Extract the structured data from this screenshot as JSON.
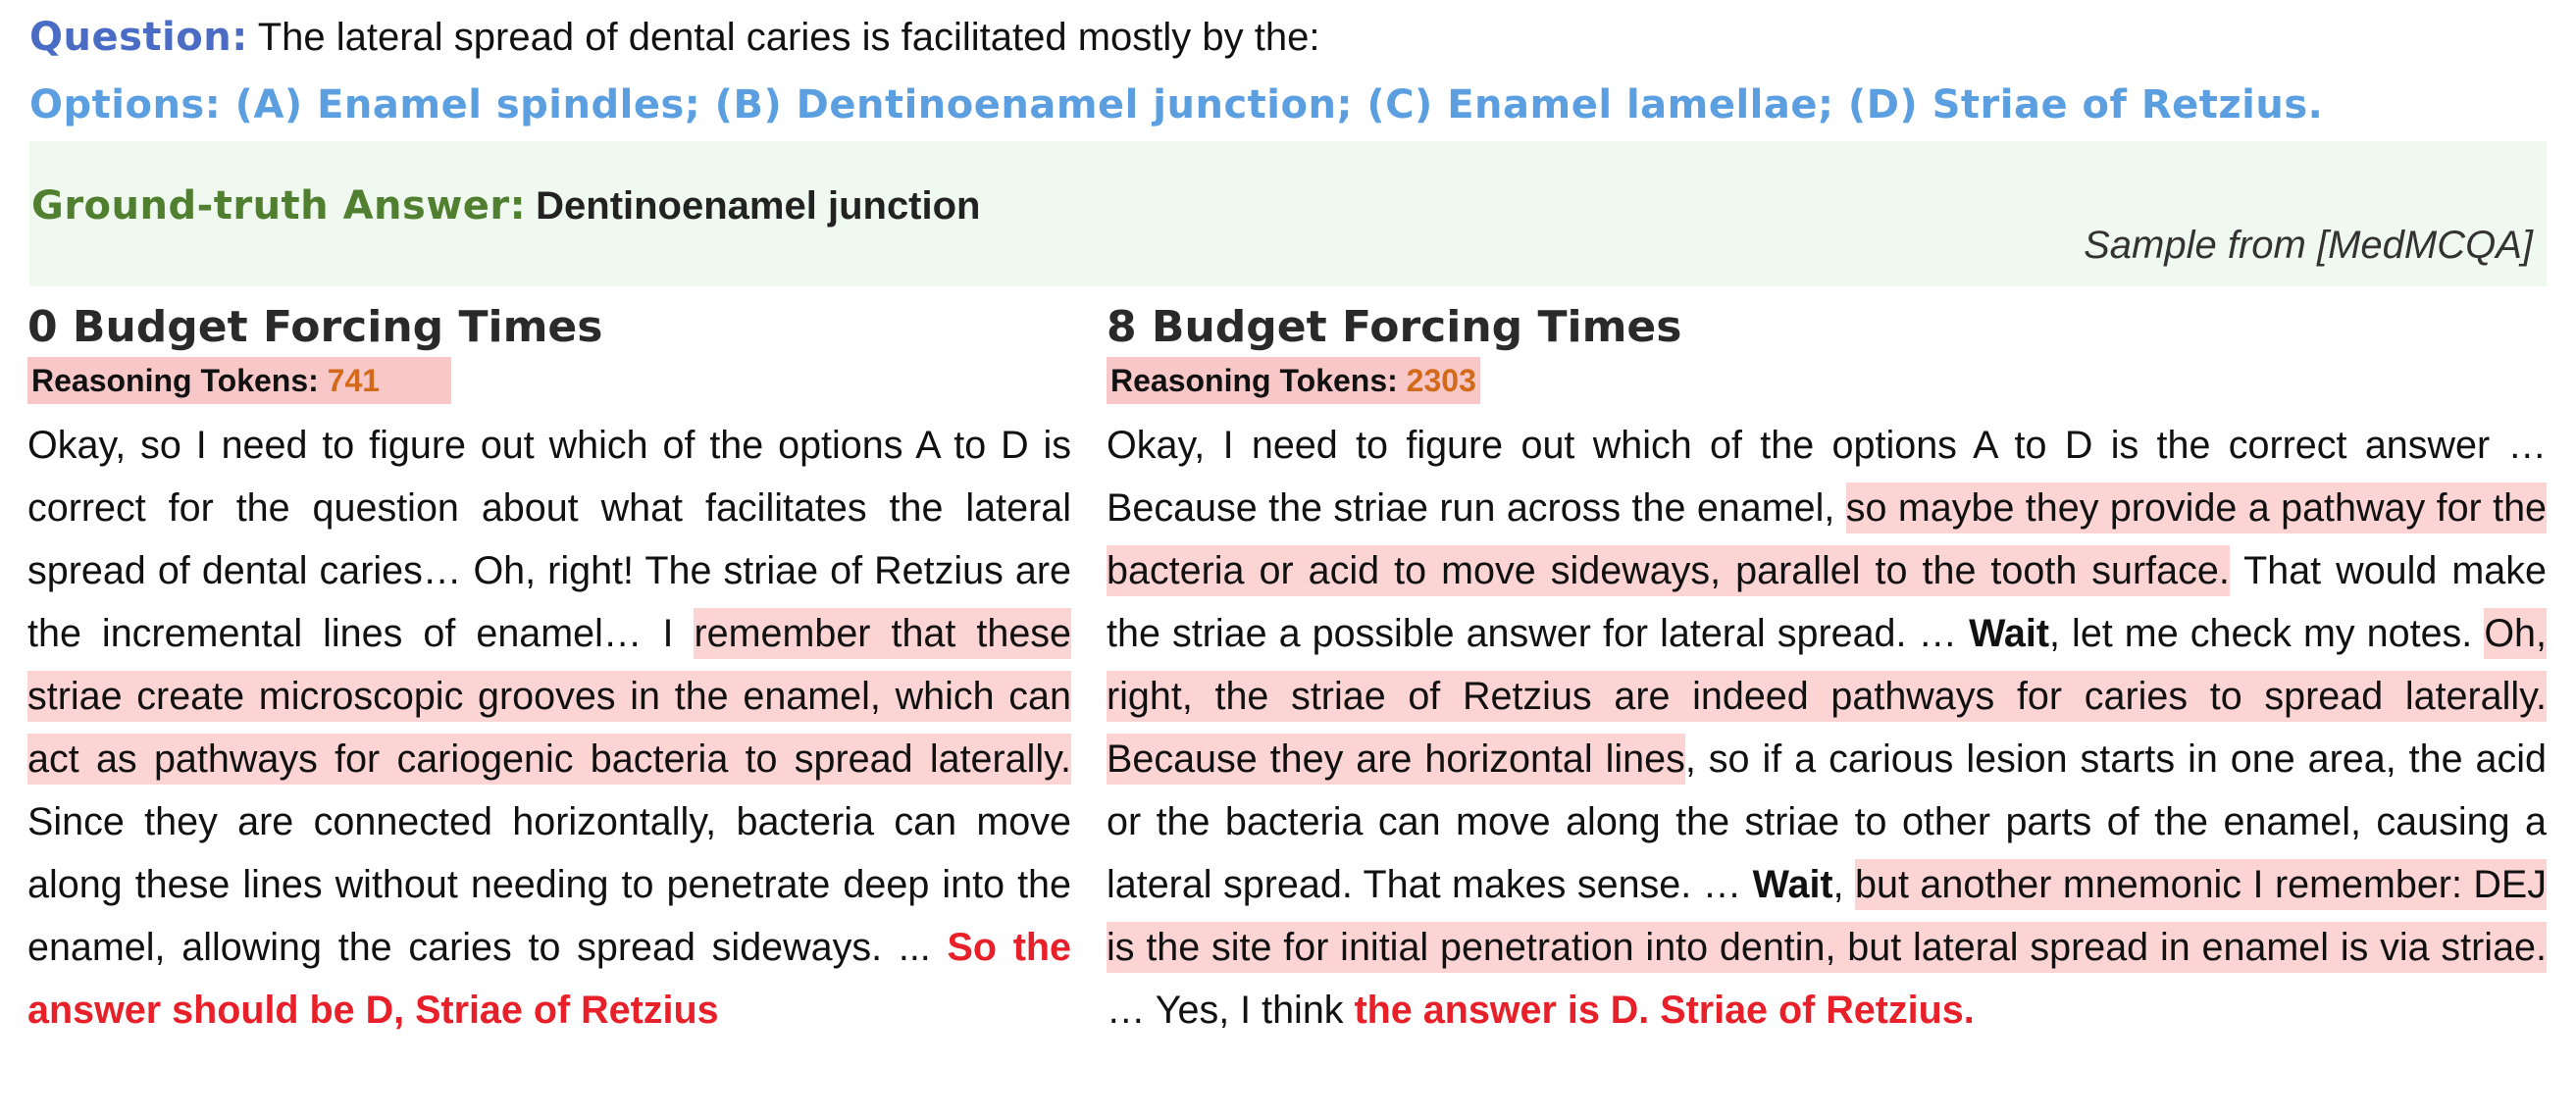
{
  "question": {
    "label": "Question:",
    "text": "The lateral spread of dental caries is facilitated mostly by the:"
  },
  "options_text": "Options: (A) Enamel spindles; (B) Dentinoenamel junction; (C) Enamel lamellae; (D) Striae of Retzius.",
  "ground_truth": {
    "label": "Ground-truth Answer:",
    "answer": "Dentinoenamel junction",
    "source": "Sample from [MedMCQA]"
  },
  "left": {
    "heading": "0 Budget Forcing Times",
    "tokens_label": "Reasoning Tokens:",
    "tokens_value": "741",
    "p1": "Okay, so I need to figure out which of the options A to D is correct for the question about what facilitates the lateral spread of dental caries… Oh, right! The striae of Retzius are the incremental lines of enamel… I ",
    "hl1": "remember that these striae create microscopic grooves in the enamel, which can act as pathways for cariogenic bacteria to spread laterally.",
    "p2": " Since they are connected horizontally, bacteria can move along these lines without needing to penetrate deep into the enamel, allowing the caries to spread sideways. ... ",
    "answer": "So the answer should be D, Striae of Retzius"
  },
  "right": {
    "heading": "8 Budget Forcing Times",
    "tokens_label": "Reasoning Tokens:",
    "tokens_value": "2303",
    "p1": "Okay, I need to figure out which of the options A to D is the correct answer … Because the striae run across the enamel, ",
    "hl1": "so maybe they provide a pathway for the bacteria or acid to move sideways, parallel to the tooth surface.",
    "p2": " That would make the striae a possible answer for lateral spread. … ",
    "wait1": "Wait",
    "p3": ", let me check my notes. ",
    "hl2": "Oh, right, the striae of Retzius are indeed pathways for caries to spread laterally. Because they are horizontal lines",
    "p4": ", so if a carious lesion starts in one area, the acid or the bacteria can move along the striae to other parts of the enamel, causing a lateral spread. That makes sense. … ",
    "wait2": "Wait",
    "p5": ", ",
    "hl3": "but another mnemonic I remember: DEJ is the site for initial penetration into dentin, but lateral spread in enamel is via striae.",
    "p6": " … Yes, I think ",
    "answer": "the answer is D. Striae of Retzius."
  }
}
